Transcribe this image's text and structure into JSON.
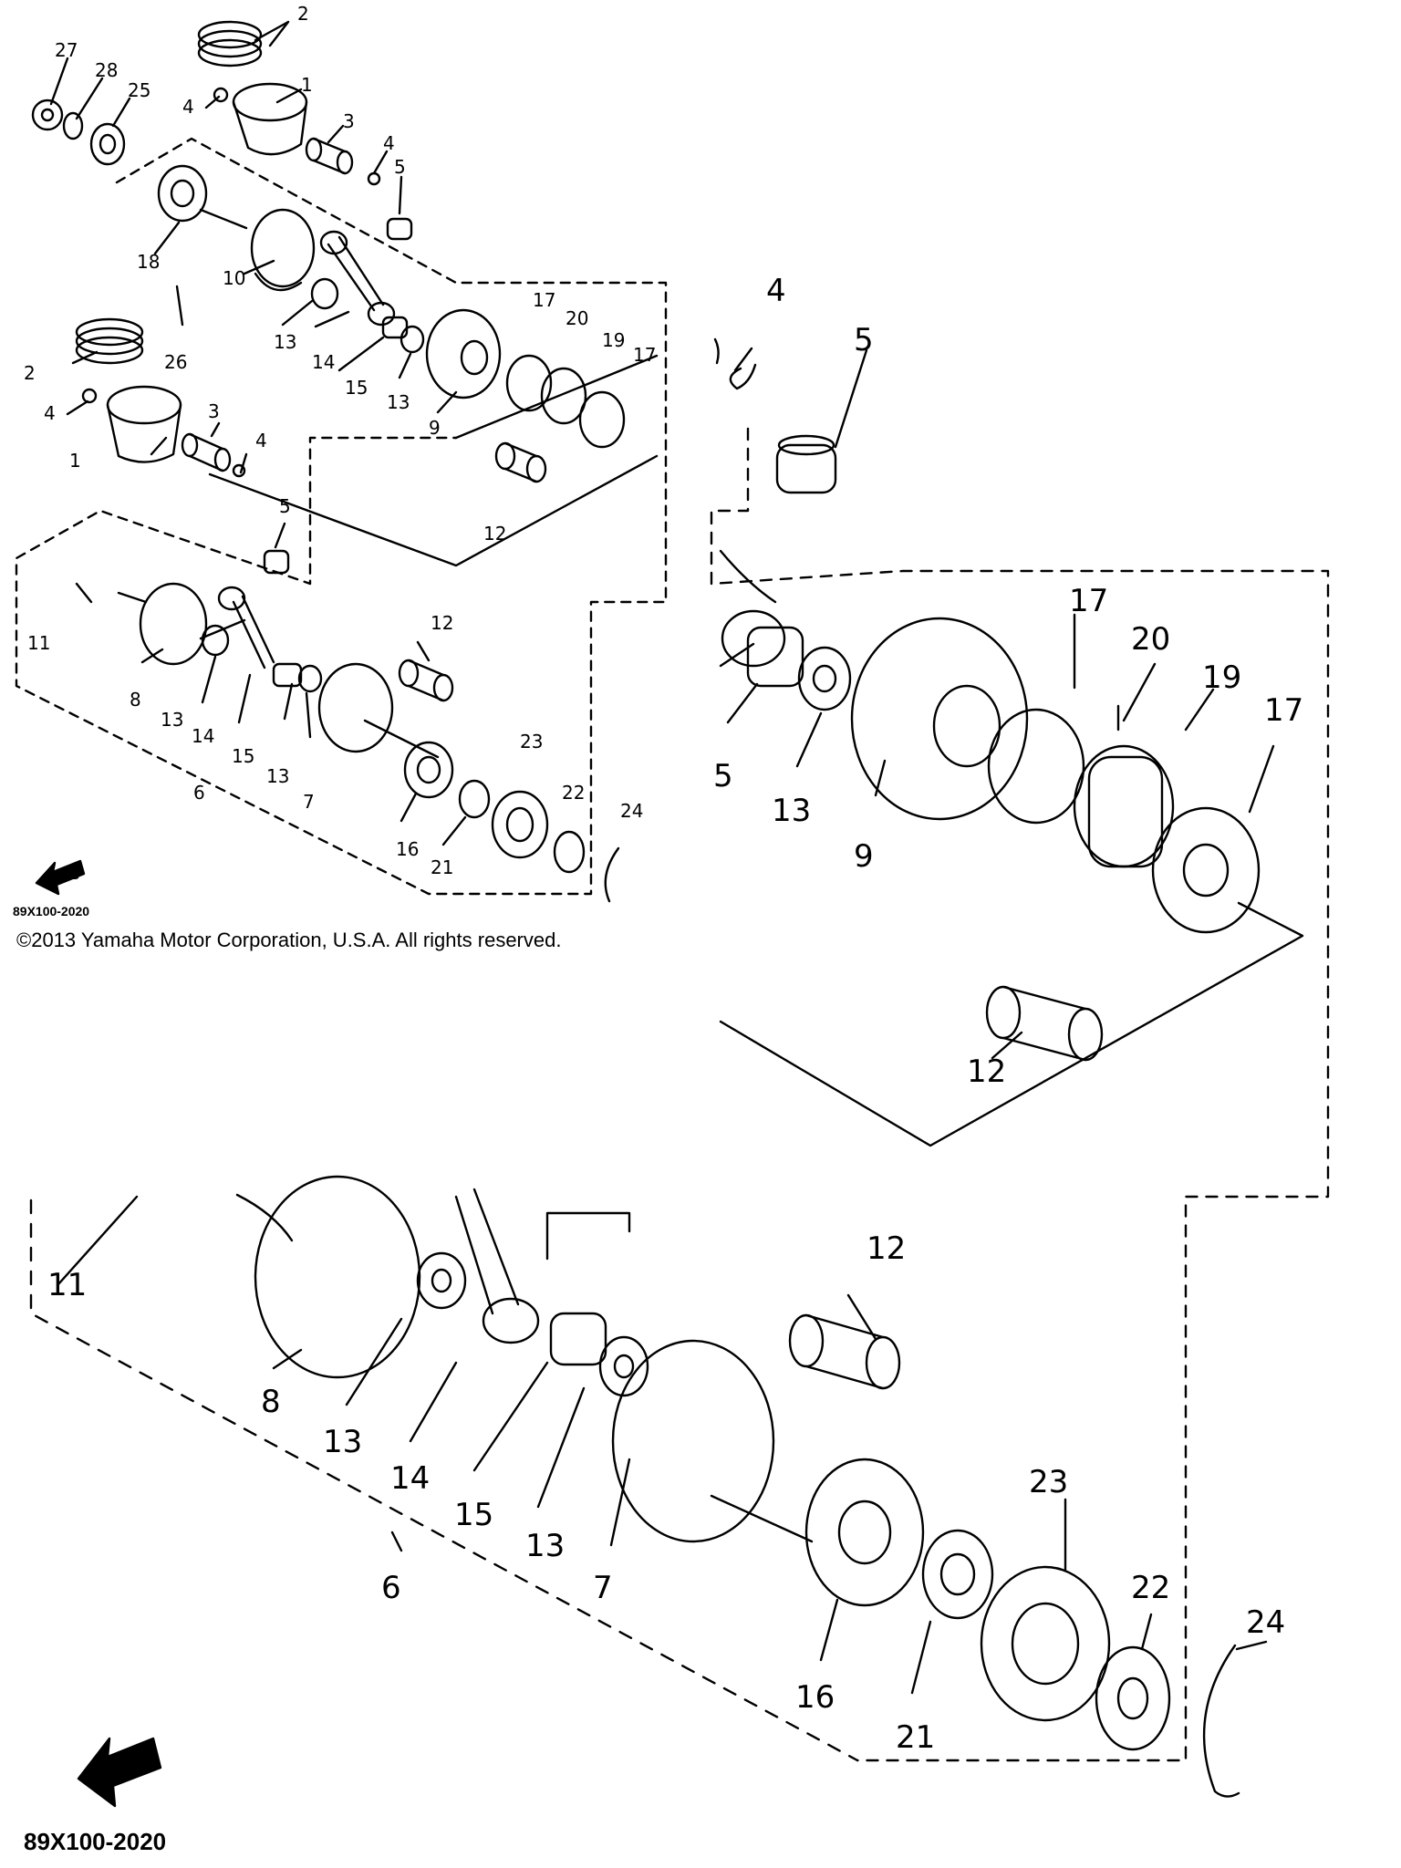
{
  "diagram": {
    "callouts": [
      "1",
      "2",
      "3",
      "4",
      "5",
      "6",
      "7",
      "8",
      "9",
      "10",
      "11",
      "12",
      "13",
      "14",
      "15",
      "16",
      "17",
      "18",
      "19",
      "20",
      "21",
      "22",
      "23",
      "24",
      "25",
      "26",
      "27",
      "28"
    ],
    "front_arrow_label": "FWD",
    "part_code": "89X100-2020",
    "copyright": "©2013 Yamaha Motor Corporation, U.S.A. All rights reserved."
  }
}
